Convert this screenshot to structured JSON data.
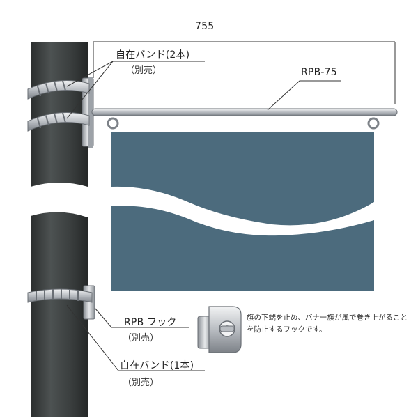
{
  "dimension": {
    "width_value": "755"
  },
  "labels": {
    "band_two": "自在バンド(2本)",
    "band_two_note": "（別売）",
    "arm": "RPB-75",
    "hook": "RPB フック",
    "hook_note": "（別売）",
    "hook_description": "旗の下端を止め、バナー旗が風で巻き上がることを防止するフックです。",
    "band_one": "自在バンド(1本)",
    "band_one_note": "（別売）"
  },
  "colors": {
    "pole": "#3f4343",
    "banner": "#4c6b7d",
    "metal": "#c9ccd0",
    "leader": "#333333"
  }
}
